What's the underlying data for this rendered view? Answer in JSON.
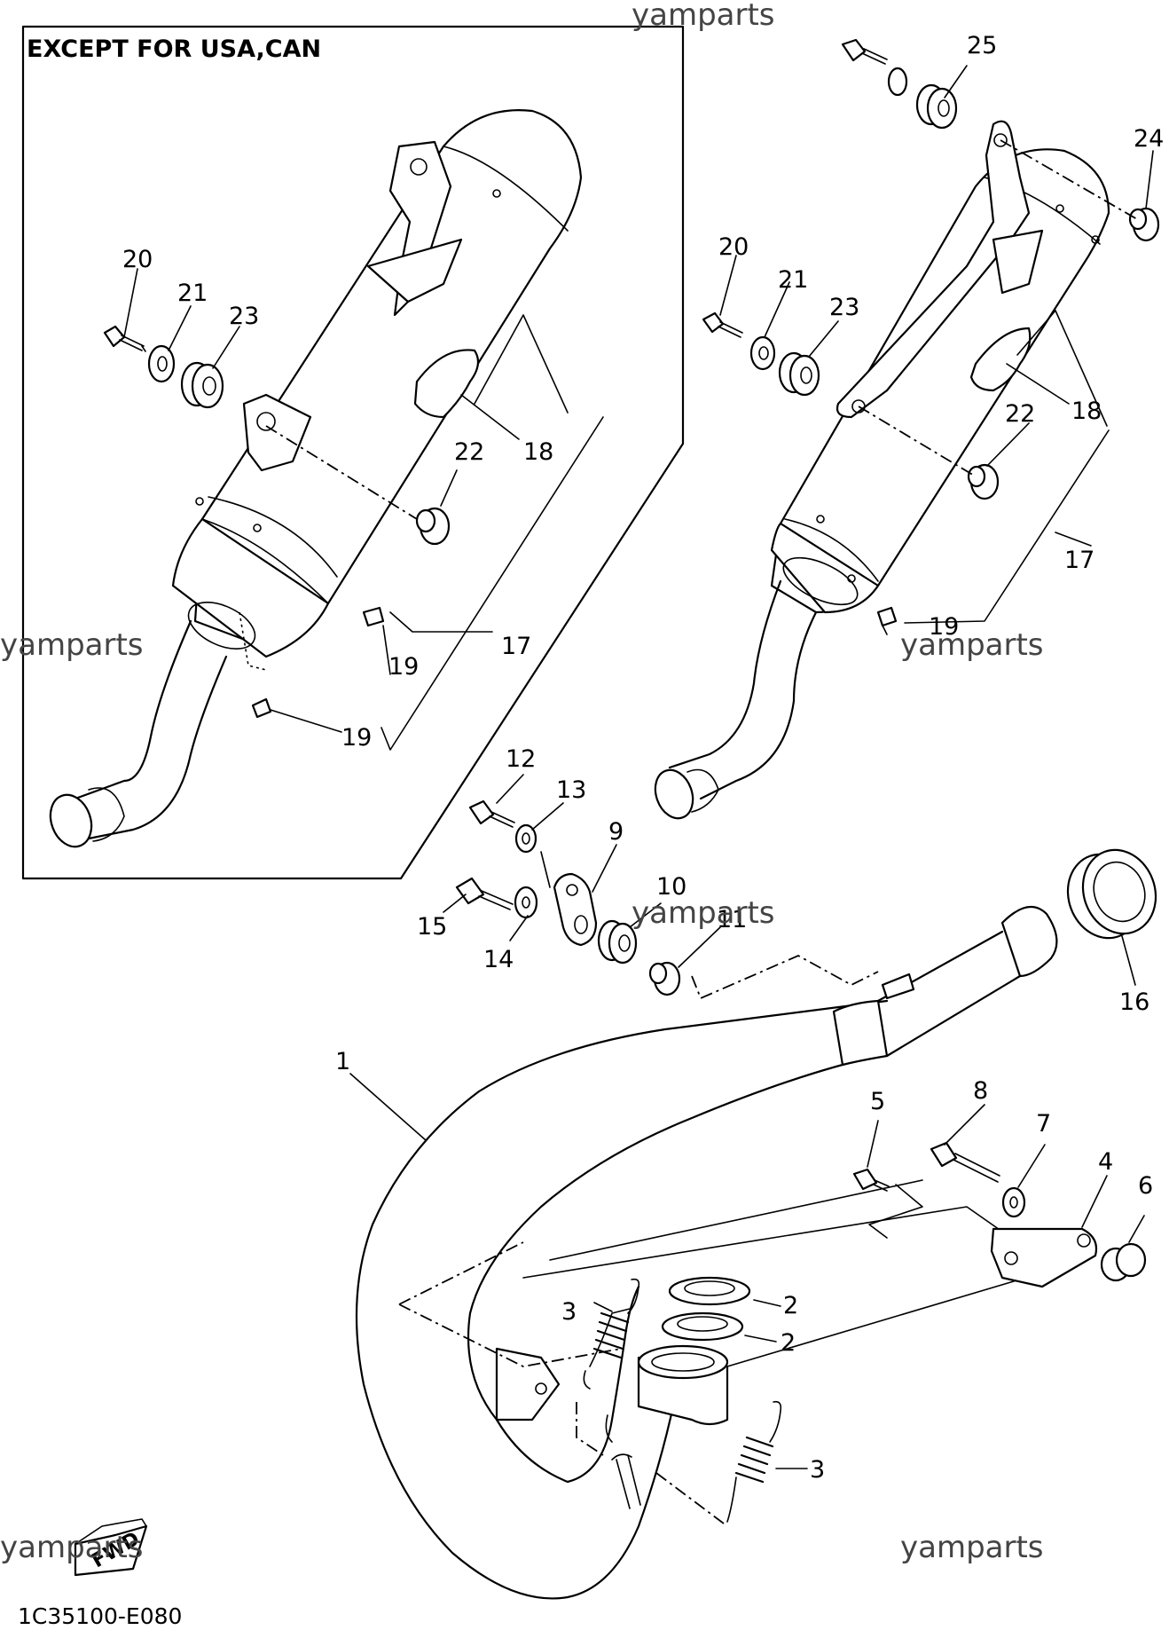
{
  "header_box_label": "EXCEPT FOR USA,CAN",
  "diagram_code": "1C35100-E080",
  "watermark": "yamparts",
  "fwd_label": "FWD",
  "callouts": {
    "c1": "1",
    "c2a": "2",
    "c2b": "2",
    "c3a": "3",
    "c3b": "3",
    "c4": "4",
    "c5": "5",
    "c6": "6",
    "c7": "7",
    "c8": "8",
    "c9": "9",
    "c10": "10",
    "c11": "11",
    "c12": "12",
    "c13": "13",
    "c14": "14",
    "c15": "15",
    "c16": "16",
    "l17": "17",
    "l18": "18",
    "l19a": "19",
    "l19b": "19",
    "l20": "20",
    "l21": "21",
    "l22": "22",
    "l23": "23",
    "r17": "17",
    "r18": "18",
    "r19": "19",
    "r20": "20",
    "r21": "21",
    "r22": "22",
    "r23": "23",
    "r24": "24",
    "r25": "25"
  }
}
